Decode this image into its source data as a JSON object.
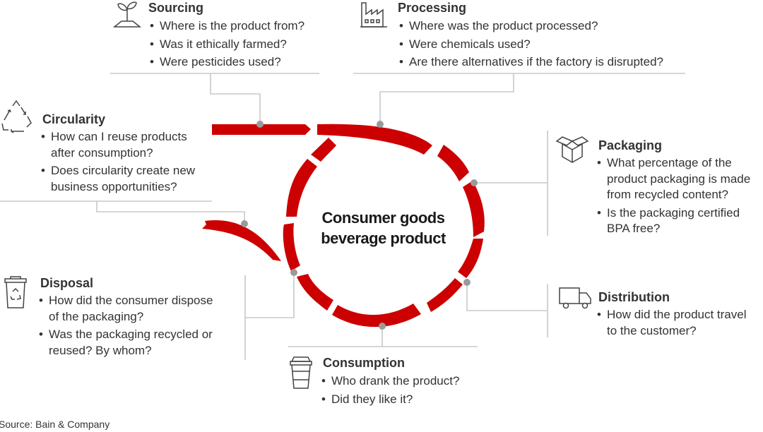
{
  "center": {
    "line1": "Consumer goods",
    "line2": "beverage product"
  },
  "colors": {
    "accent": "#cc0000",
    "connector": "#c8c8c8",
    "node": "#9a9a9a",
    "text": "#333333"
  },
  "stages": {
    "sourcing": {
      "icon": "sprout-icon",
      "title": "Sourcing",
      "bullets": [
        "Where is the product from?",
        "Was it ethically farmed?",
        "Were pesticides used?"
      ]
    },
    "processing": {
      "icon": "factory-icon",
      "title": "Processing",
      "bullets": [
        "Where was the product processed?",
        "Were chemicals used?",
        "Are there alternatives if the factory is disrupted?"
      ]
    },
    "packaging": {
      "icon": "box-icon",
      "title": "Packaging",
      "b1_l1": "What percentage of the",
      "b1_l2": "product packaging is made",
      "b1_l3": "from recycled content?",
      "b2_l1": "Is the packaging certified",
      "b2_l2": "BPA free?"
    },
    "distribution": {
      "icon": "truck-icon",
      "title": "Distribution",
      "b1_l1": "How did the product travel",
      "b1_l2": "to the customer?"
    },
    "consumption": {
      "icon": "coffee-cup-icon",
      "title": "Consumption",
      "bullets": [
        "Who drank the product?",
        "Did they like it?"
      ]
    },
    "disposal": {
      "icon": "recycling-bin-icon",
      "title": "Disposal",
      "b1_l1": "How did the consumer dispose",
      "b1_l2": "of the packaging?",
      "b2_l1": "Was the packaging recycled or",
      "b2_l2": "reused? By whom?"
    },
    "circularity": {
      "icon": "recycle-icon",
      "title": "Circularity",
      "b1_l1": "How can I reuse products",
      "b1_l2": "after consumption?",
      "b2_l1": "Does circularity create new",
      "b2_l2": "business opportunities?"
    }
  },
  "source": "Source: Bain & Company"
}
